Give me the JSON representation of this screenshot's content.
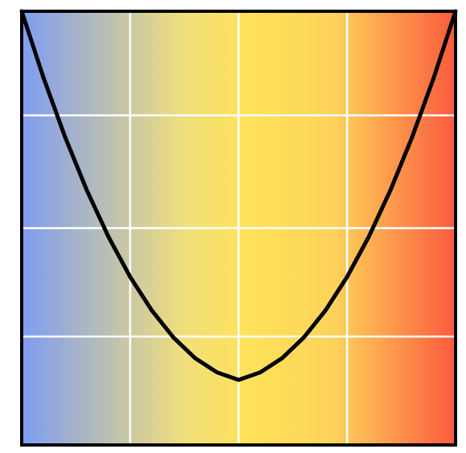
{
  "chart_data": {
    "type": "line",
    "title": "",
    "xlabel": "",
    "ylabel": "",
    "xlim": [
      -1,
      1
    ],
    "ylim": [
      0,
      1
    ],
    "grid": true,
    "x_gridlines": [
      -0.5,
      0,
      0.5
    ],
    "y_gridlines": [
      0.25,
      0.5,
      0.76
    ],
    "series": [
      {
        "color": "#000000",
        "x": [
          -1,
          -0.9,
          -0.8,
          -0.7,
          -0.6,
          -0.5,
          -0.4,
          -0.3,
          -0.2,
          -0.1,
          0,
          0.1,
          0.2,
          0.3,
          0.4,
          0.5,
          0.6,
          0.7,
          0.8,
          0.9,
          1
        ],
        "y": [
          1,
          0.8475,
          0.71,
          0.5875,
          0.48,
          0.3875,
          0.31,
          0.2475,
          0.2,
          0.1675,
          0.15,
          0.1675,
          0.2,
          0.2475,
          0.31,
          0.3875,
          0.48,
          0.5875,
          0.71,
          0.8475,
          1
        ]
      }
    ],
    "background_gradient": [
      "#7f9cf2",
      "#f1e07a",
      "#ffe25a",
      "#fcd35a",
      "#fb5a3d"
    ],
    "gridline_color": "#ffffff",
    "frame_color": "#000000"
  }
}
